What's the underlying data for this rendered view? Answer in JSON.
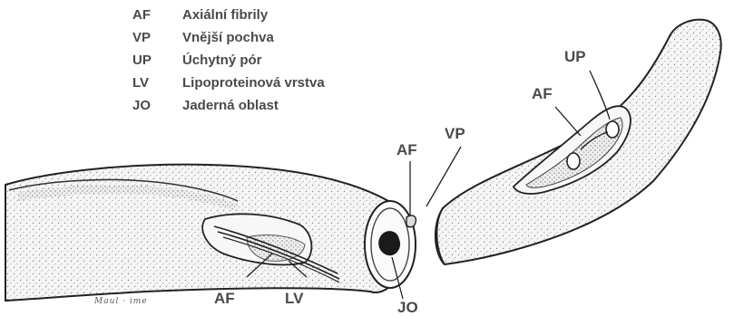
{
  "legend": [
    {
      "abbr": "AF",
      "term": "Axiální fibrily"
    },
    {
      "abbr": "VP",
      "term": "Vnější pochva"
    },
    {
      "abbr": "UP",
      "term": "Úchytný pór"
    },
    {
      "abbr": "LV",
      "term": "Lipoproteinová vrstva"
    },
    {
      "abbr": "JO",
      "term": "Jaderná oblast"
    }
  ],
  "callouts": {
    "af_tip": "AF",
    "vp": "VP",
    "up": "UP",
    "af_right": "AF",
    "af_bottom": "AF",
    "lv": "LV",
    "jo": "JO"
  },
  "signature": "Maul · ime",
  "colors": {
    "ink": "#222222",
    "label": "#4a4a4a",
    "stipple": "#9a9a9a",
    "fill": "#f4f4f4"
  }
}
